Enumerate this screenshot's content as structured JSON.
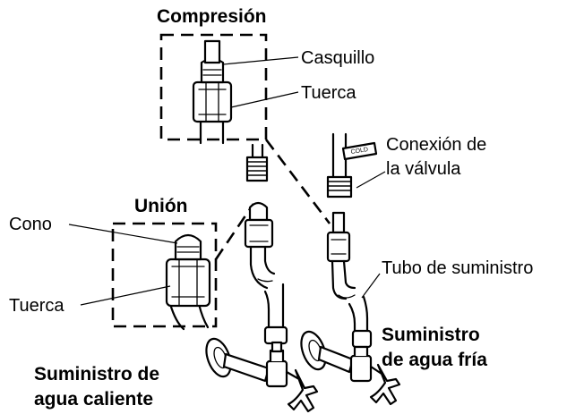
{
  "labels": {
    "compresion": "Compresión",
    "casquillo": "Casquillo",
    "tuerca_top": "Tuerca",
    "conexion_line1": "Conexión de",
    "conexion_line2": "la válvula",
    "cold_tag": "COLD",
    "union": "Unión",
    "cono": "Cono",
    "tuerca_bottom": "Tuerca",
    "tubo": "Tubo de suministro",
    "fria_line1": "Suministro",
    "fria_line2": "de agua fría",
    "caliente_line1": "Suministro de",
    "caliente_line2": "agua caliente"
  },
  "colors": {
    "ink": "#000000",
    "paper": "#ffffff"
  }
}
